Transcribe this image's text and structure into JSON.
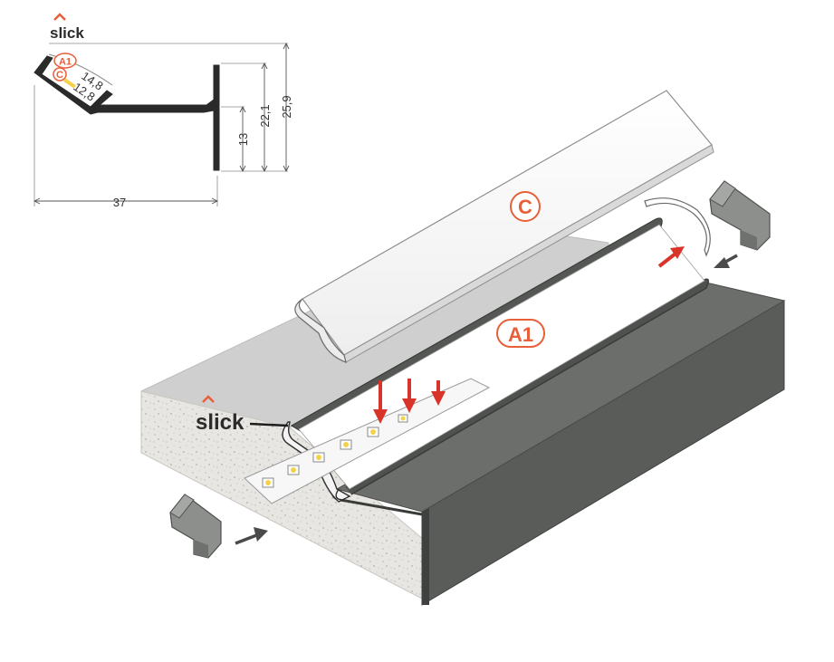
{
  "brand": {
    "name": "slick",
    "accent_color": "#e8603a"
  },
  "profile_drawing": {
    "labels": {
      "a1": "A1",
      "c": "C"
    },
    "dimensions": {
      "width": "37",
      "height_total": "25,9",
      "height_mid": "22,1",
      "height_low": "13",
      "diffuser_width": "14,8",
      "strip_width": "12,8"
    }
  },
  "assembly": {
    "cover_label": "C",
    "profile_label": "A1",
    "pointer_brand": "slick"
  },
  "colors": {
    "profile": "#5a5c5a",
    "profile_dark": "#3f4140",
    "surface_top": "#cfcfcf",
    "surface_side": "#e6e4e0",
    "arrow_red": "#d9342a",
    "arrow_gray": "#4a4a4a",
    "label_color": "#e8603a",
    "led": "#f3d24a"
  }
}
